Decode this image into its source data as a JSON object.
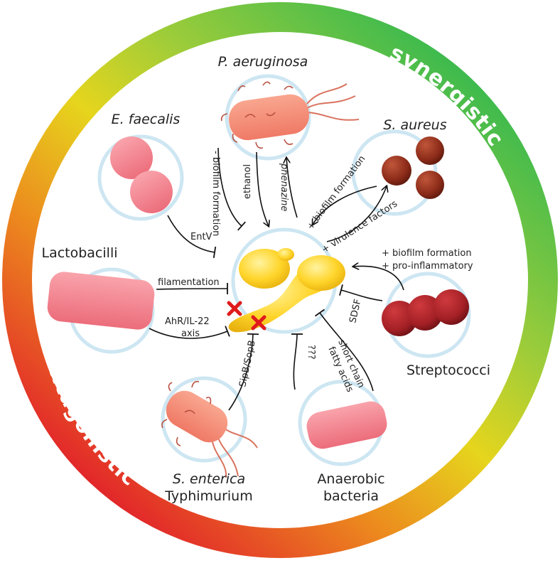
{
  "ring": {
    "synergistic": "synergistic",
    "antagonistic": "antagonistic"
  },
  "organisms": {
    "p_aeruginosa": "P. aeruginosa",
    "e_faecalis": "E. faecalis",
    "s_aureus": "S. aureus",
    "lactobacilli": "Lactobacilli",
    "streptococci": "Streptococci",
    "s_enterica": "S. enterica",
    "typhimurium": "Typhimurium",
    "anaerobic_1": "Anaerobic",
    "anaerobic_2": "bacteria"
  },
  "interactions": {
    "biofilm_minus": "- biofilm formation",
    "ethanol": "ethanol",
    "phenazine": "phenazine",
    "biofilm_plus_aureus": "+ biofilm formation",
    "virulence": "+ virulence factors",
    "entv": "EntV",
    "biofilm_plus_strep": "+ biofilm formation",
    "proinflammatory": "+ pro-inflammatory",
    "filamentation": "filamentation",
    "ahr_1": "AhR/IL-22",
    "ahr_2": "axis",
    "sdsf": "SDSF",
    "scfa_1": "short chain",
    "scfa_2": "fatty acids",
    "unknown": "???",
    "sipb": "SipB/SopB"
  },
  "colors": {
    "ring_green": "#3dba4e",
    "ring_yellow": "#e6d51d",
    "ring_orange": "#ec8a1e",
    "ring_red": "#e2262a",
    "candida": "#ffd52a",
    "aureus": "#8a2a18",
    "strep": "#a32025",
    "pink_rod": "#f07f8a",
    "salmon": "#f38a74"
  }
}
